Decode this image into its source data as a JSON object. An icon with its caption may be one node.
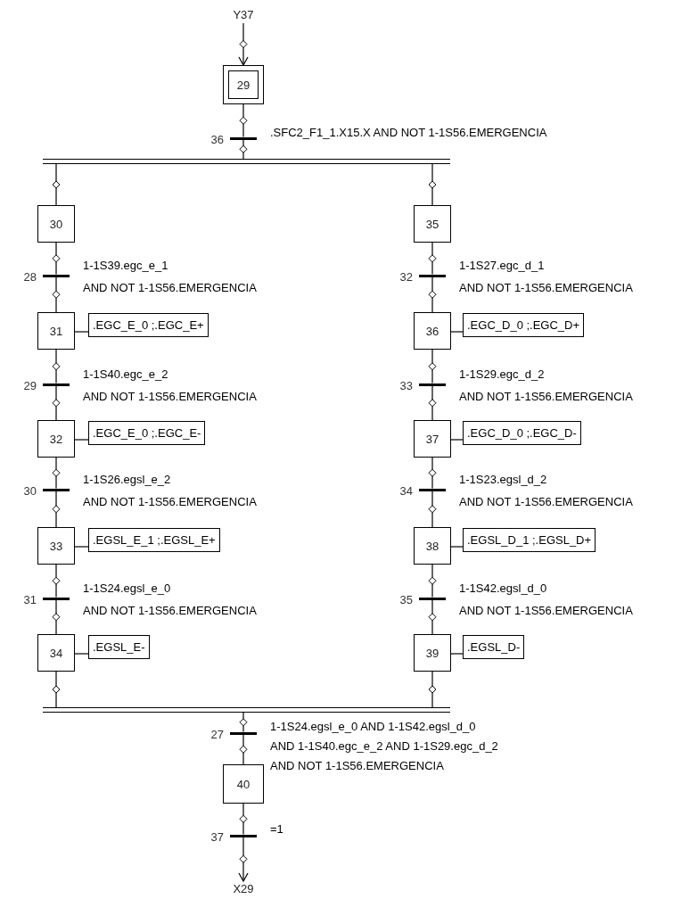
{
  "diagram": {
    "nodes": [
      {
        "text": [
          "Y37"
        ]
      },
      {
        "text": [
          "29"
        ]
      },
      {
        "text": [
          "36",
          ".SFC2_F1_1.X15.X AND NOT 1-1S56.EMERGENCIA"
        ]
      },
      {
        "text": [],
        "shape": "bar"
      },
      {
        "text": [
          "30"
        ]
      },
      {
        "text": [
          "35"
        ]
      },
      {
        "text": [
          "28",
          "1-1S39.egc_e_1",
          "AND NOT 1-1S56.EMERGENCIA"
        ]
      },
      {
        "text": [
          "32",
          "1-1S27.egc_d_1",
          "AND NOT 1-1S56.EMERGENCIA"
        ]
      },
      {
        "text": [
          "31"
        ]
      },
      {
        "text": [
          ".EGC_E_0 ;.EGC_E+"
        ]
      },
      {
        "text": [
          "36"
        ]
      },
      {
        "text": [
          ".EGC_D_0 ;.EGC_D+"
        ]
      },
      {
        "text": [
          "29",
          "1-1S40.egc_e_2",
          "AND NOT 1-1S56.EMERGENCIA"
        ]
      },
      {
        "text": [
          "33",
          "1-1S29.egc_d_2",
          "AND NOT 1-1S56.EMERGENCIA"
        ]
      },
      {
        "text": [
          "32"
        ]
      },
      {
        "text": [
          ".EGC_E_0 ;.EGC_E-"
        ]
      },
      {
        "text": [
          "37"
        ]
      },
      {
        "text": [
          ".EGC_D_0 ;.EGC_D-"
        ]
      },
      {
        "text": [
          "30",
          "1-1S26.egsl_e_2",
          "AND NOT 1-1S56.EMERGENCIA"
        ]
      },
      {
        "text": [
          "34",
          "1-1S23.egsl_d_2",
          "AND NOT 1-1S56.EMERGENCIA"
        ]
      },
      {
        "text": [
          "33"
        ]
      },
      {
        "text": [
          ".EGSL_E_1 ;.EGSL_E+"
        ]
      },
      {
        "text": [
          "38"
        ]
      },
      {
        "text": [
          ".EGSL_D_1 ;.EGSL_D+"
        ]
      },
      {
        "text": [
          "31",
          "1-1S24.egsl_e_0",
          "AND NOT 1-1S56.EMERGENCIA"
        ]
      },
      {
        "text": [
          "35",
          "1-1S42.egsl_d_0",
          "AND NOT 1-1S56.EMERGENCIA"
        ]
      },
      {
        "text": [
          "34"
        ]
      },
      {
        "text": [
          ".EGSL_E-"
        ]
      },
      {
        "text": [
          "39"
        ]
      },
      {
        "text": [
          ".EGSL_D-"
        ]
      },
      {
        "text": [],
        "shape": "bar"
      },
      {
        "text": [
          "27",
          "1-1S24.egsl_e_0 AND 1-1S42.egsl_d_0",
          "AND 1-1S40.egc_e_2 AND 1-1S29.egc_d_2",
          "AND NOT 1-1S56.EMERGENCIA"
        ]
      },
      {
        "text": [
          "40"
        ]
      },
      {
        "text": [
          "37",
          "=1"
        ]
      },
      {
        "text": [
          "X29"
        ]
      }
    ],
    "edges": [
      {
        "from": 0,
        "to": 1,
        "arrow": "to"
      },
      {
        "from": 1,
        "to": 2,
        "arrow": "none"
      },
      {
        "from": 2,
        "to": 3,
        "arrow": "none"
      },
      {
        "from": 3,
        "to": 4,
        "arrow": "none"
      },
      {
        "from": 3,
        "to": 5,
        "arrow": "none"
      },
      {
        "from": 4,
        "to": 6,
        "arrow": "none"
      },
      {
        "from": 5,
        "to": 7,
        "arrow": "none"
      },
      {
        "from": 6,
        "to": 8,
        "arrow": "none"
      },
      {
        "from": 7,
        "to": 10,
        "arrow": "none"
      },
      {
        "from": 8,
        "to": 9,
        "arrow": "none"
      },
      {
        "from": 10,
        "to": 11,
        "arrow": "none"
      },
      {
        "from": 8,
        "to": 12,
        "arrow": "none"
      },
      {
        "from": 10,
        "to": 13,
        "arrow": "none"
      },
      {
        "from": 12,
        "to": 14,
        "arrow": "none"
      },
      {
        "from": 13,
        "to": 16,
        "arrow": "none"
      },
      {
        "from": 14,
        "to": 15,
        "arrow": "none"
      },
      {
        "from": 16,
        "to": 17,
        "arrow": "none"
      },
      {
        "from": 14,
        "to": 18,
        "arrow": "none"
      },
      {
        "from": 16,
        "to": 19,
        "arrow": "none"
      },
      {
        "from": 18,
        "to": 20,
        "arrow": "none"
      },
      {
        "from": 19,
        "to": 22,
        "arrow": "none"
      },
      {
        "from": 20,
        "to": 21,
        "arrow": "none"
      },
      {
        "from": 22,
        "to": 23,
        "arrow": "none"
      },
      {
        "from": 20,
        "to": 24,
        "arrow": "none"
      },
      {
        "from": 22,
        "to": 25,
        "arrow": "none"
      },
      {
        "from": 24,
        "to": 26,
        "arrow": "none"
      },
      {
        "from": 25,
        "to": 28,
        "arrow": "none"
      },
      {
        "from": 26,
        "to": 27,
        "arrow": "none"
      },
      {
        "from": 28,
        "to": 29,
        "arrow": "none"
      },
      {
        "from": 26,
        "to": 30,
        "arrow": "none"
      },
      {
        "from": 28,
        "to": 30,
        "arrow": "none"
      },
      {
        "from": 30,
        "to": 31,
        "arrow": "none"
      },
      {
        "from": 31,
        "to": 32,
        "arrow": "none"
      },
      {
        "from": 32,
        "to": 33,
        "arrow": "none"
      },
      {
        "from": 33,
        "to": 34,
        "arrow": "to"
      }
    ]
  }
}
